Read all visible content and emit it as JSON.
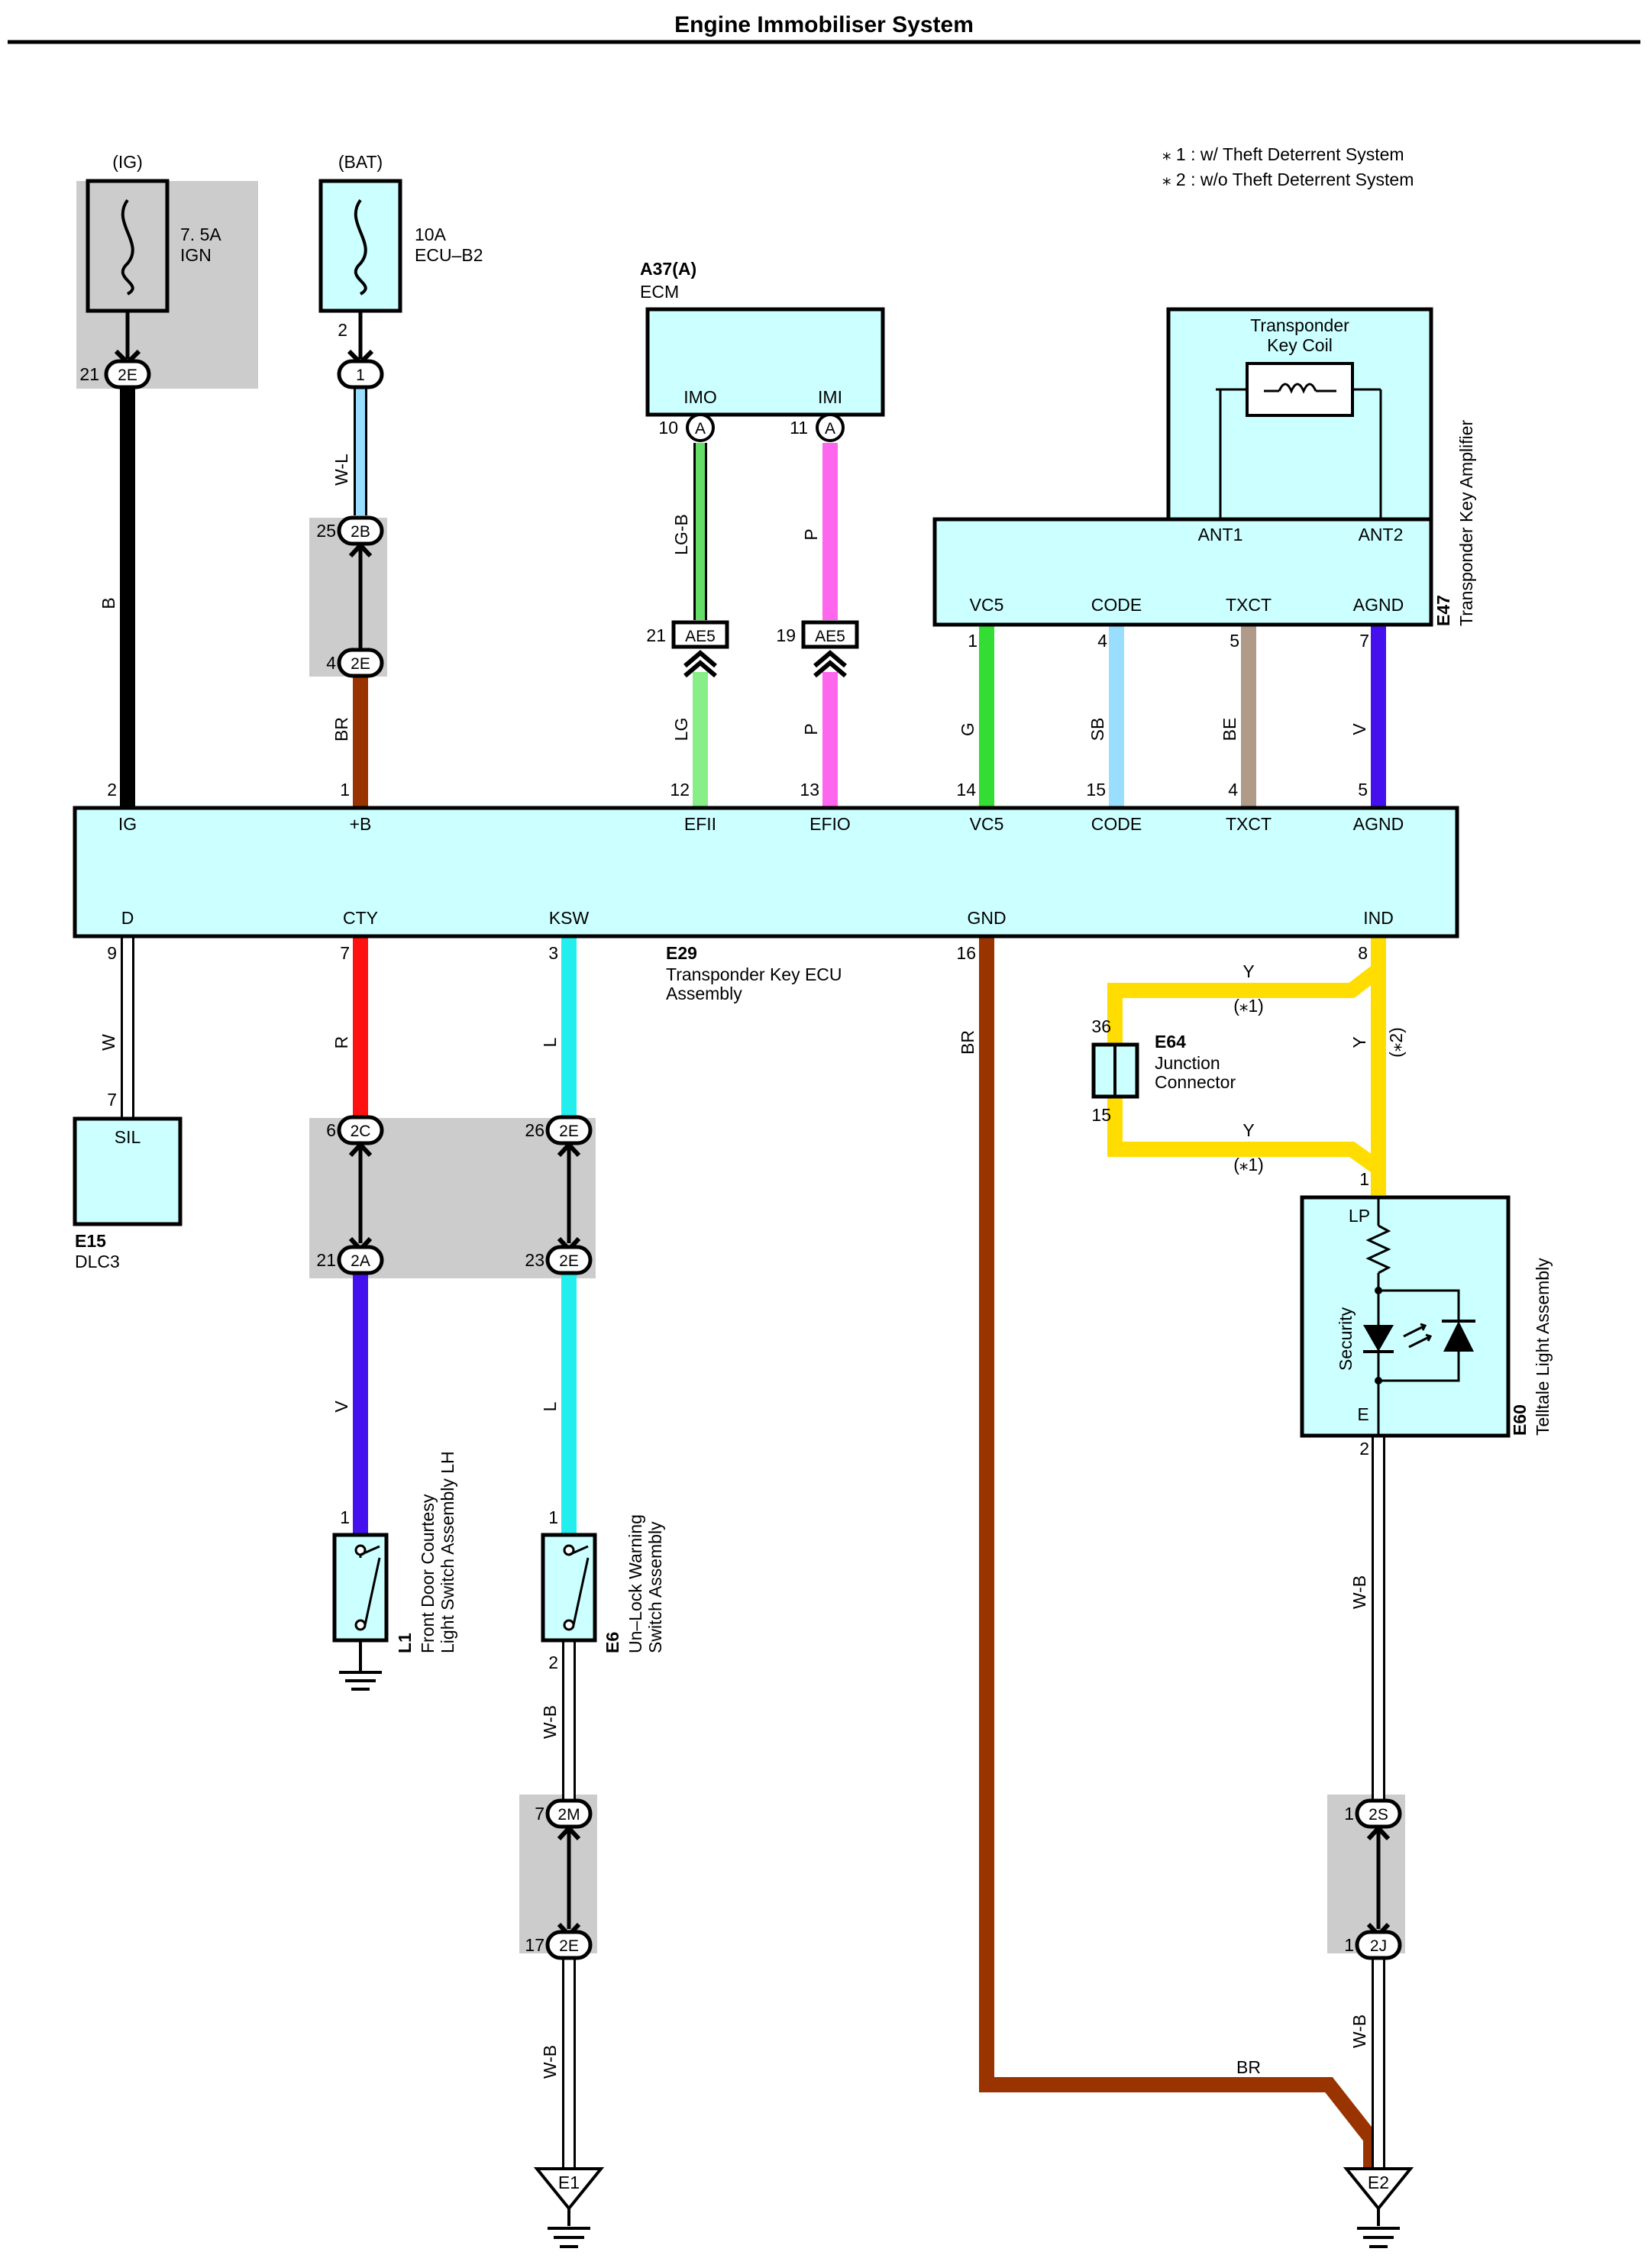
{
  "title": "Engine Immobiliser System",
  "notes": [
    "⁎ 1 : w/ Theft Deterrent System",
    "⁎ 2 : w/o Theft Deterrent System"
  ],
  "colors": {
    "component_fill": "#ccffff",
    "connector_shade": "#cccccc",
    "B": "#000000",
    "W-L": "#99ddff",
    "BR": "#993300",
    "LG-B": "#66dd66",
    "LG": "#88ee88",
    "P": "#ff66ee",
    "G": "#33dd33",
    "SB": "#99ddff",
    "BE": "#b09a88",
    "V": "#4411ee",
    "R": "#ff1111",
    "L": "#22eeee",
    "Y": "#ffdd00",
    "W": "#ffffff",
    "W-B": "#ffffff"
  },
  "fuses": [
    {
      "supply": "(IG)",
      "rating": "7. 5A",
      "name": "IGN",
      "pin": "21",
      "connector": "2E"
    },
    {
      "supply": "(BAT)",
      "rating": "10A",
      "name": "ECU–B2",
      "pin": "2",
      "connector": "1"
    }
  ],
  "ecm": {
    "code": "A37(A)",
    "name": "ECM",
    "pins": [
      "IMO",
      "IMI"
    ],
    "pin_numbers": [
      "10",
      "11"
    ],
    "connector": "A"
  },
  "amplifier": {
    "code": "E47",
    "name": "Transponder Key Amplifier",
    "coil_label": [
      "Transponder",
      "Key Coil"
    ],
    "top_pins": [
      "ANT1",
      "ANT2"
    ],
    "pins": [
      "VC5",
      "CODE",
      "TXCT",
      "AGND"
    ],
    "pin_numbers": [
      "1",
      "4",
      "5",
      "7"
    ]
  },
  "ecu": {
    "code": "E29",
    "name_lines": [
      "Transponder Key ECU",
      "Assembly"
    ],
    "top_pins": [
      "IG",
      "+B",
      "EFII",
      "EFIO",
      "VC5",
      "CODE",
      "TXCT",
      "AGND"
    ],
    "top_numbers": [
      "2",
      "1",
      "12",
      "13",
      "14",
      "15",
      "4",
      "5"
    ],
    "bottom_pins": [
      "D",
      "CTY",
      "KSW",
      "GND",
      "IND"
    ],
    "bottom_numbers": [
      "9",
      "7",
      "3",
      "16",
      "8"
    ]
  },
  "junctions": {
    "j2B": {
      "pin": "25",
      "label": "2B"
    },
    "j2E_a": {
      "pin": "4",
      "label": "2E"
    },
    "ae5a": {
      "pin": "21",
      "label": "AE5"
    },
    "ae5b": {
      "pin": "19",
      "label": "AE5"
    },
    "j2C": {
      "pin": "6",
      "label": "2C"
    },
    "j2A": {
      "pin": "21",
      "label": "2A"
    },
    "j2E_b": {
      "pin": "26",
      "label": "2E"
    },
    "j2E_c": {
      "pin": "23",
      "label": "2E"
    },
    "j2M": {
      "pin": "7",
      "label": "2M"
    },
    "j2E_d": {
      "pin": "17",
      "label": "2E"
    },
    "j2S": {
      "pin": "1",
      "label": "2S"
    },
    "j2J": {
      "pin": "1",
      "label": "2J"
    }
  },
  "wire_labels": {
    "ig": "B",
    "bat": "W-L",
    "bat2": "BR",
    "imo": "LG-B",
    "imi": "P",
    "efii": "LG",
    "efio": "P",
    "vc5": "G",
    "code": "SB",
    "txct": "BE",
    "agnd": "V",
    "d": "W",
    "cty": "R",
    "ksw": "L",
    "gnd": "BR",
    "ind": "Y",
    "ind_note": "(⁎2)",
    "jy_top": "Y",
    "jy_top_note": "(⁎1)",
    "jy_bot": "Y",
    "jy_bot_note": "(⁎1)",
    "cty2": "V",
    "ksw2": "L",
    "e6_out": "W-B",
    "e6_out2": "W-B",
    "e60_out": "W-B",
    "e60_out2": "W-B",
    "gnd_bottom": "BR"
  },
  "pins_misc": {
    "e15": "7",
    "l1": "1",
    "e6_in": "1",
    "e6_out": "2",
    "e64_a": "36",
    "e64_b": "15",
    "e60_in": "1",
    "e60_out": "2"
  },
  "dlc": {
    "code": "E15",
    "name": "DLC3",
    "pin": "SIL"
  },
  "junction_connector": {
    "code": "E64",
    "name_lines": [
      "Junction",
      "Connector"
    ]
  },
  "telltale": {
    "code": "E60",
    "name": "Telltale Light Assembly",
    "pins": [
      "LP",
      "E"
    ],
    "inner": "Security"
  },
  "switch_l1": {
    "code": "L1",
    "name_lines": [
      "Front Door Courtesy",
      "Light Switch Assembly LH"
    ]
  },
  "switch_e6": {
    "code": "E6",
    "name_lines": [
      "Un–Lock Warning",
      "Switch Assembly"
    ]
  },
  "grounds": [
    "E1",
    "E2"
  ]
}
